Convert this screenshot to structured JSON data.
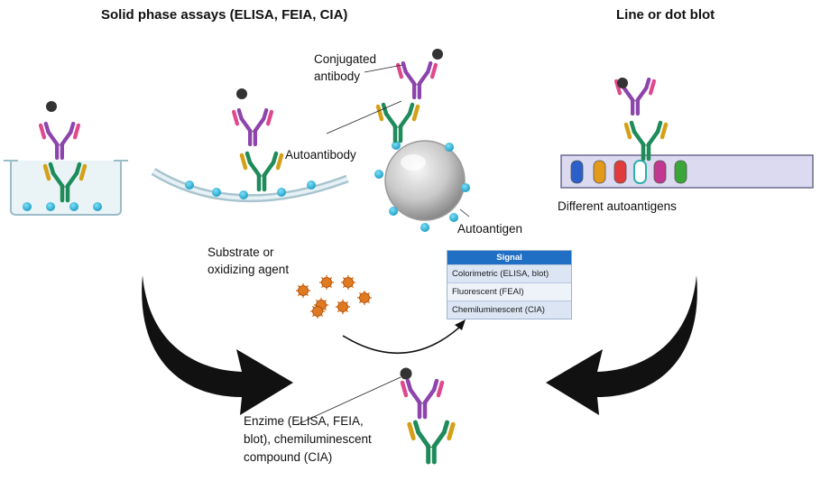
{
  "titles": {
    "left": "Solid phase assays (ELISA, FEIA, CIA)",
    "right": "Line or dot blot"
  },
  "labels": {
    "conjugated_line1": "Conjugated",
    "conjugated_line2": "antibody",
    "autoantibody": "Autoantibody",
    "autoantigen": "Autoantigen",
    "substrate_line1": "Substrate or",
    "substrate_line2": "oxidizing agent",
    "different_autoantigens": "Different autoantigens",
    "enzyme_line1": "Enzime (ELISA, FEIA,",
    "enzyme_line2": "blot), chemiluminescent",
    "enzyme_line3": "compound (CIA)"
  },
  "signal_table": {
    "header": "Signal",
    "rows": [
      "Colorimetric (ELISA, blot)",
      "Fluorescent (FEAI)",
      "Chemiluminescent (CIA)"
    ]
  },
  "colors": {
    "antigen_dot": "#29b6d9",
    "heavy_purple": "#8e44ad",
    "light_magenta": "#e0488e",
    "heavy_green": "#1e8c5a",
    "light_gold": "#d4a017",
    "conjugate_ball": "#333333",
    "substrate": "#e07a20",
    "header_blue": "#1f6fc4",
    "arrow": "#111111"
  },
  "blot_bands": [
    "#2b5fc9",
    "#e39a1b",
    "#e23b3b",
    "#ffffff",
    "#c2378f",
    "#3aa63a"
  ]
}
